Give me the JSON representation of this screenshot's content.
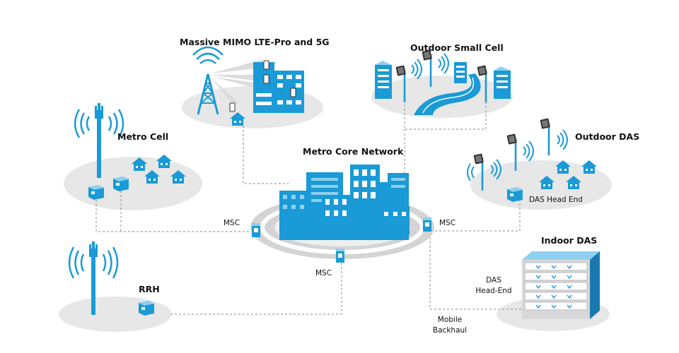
{
  "diagram": {
    "labels": {
      "massive_mimo": "Massive MIMO LTE-Pro and 5G",
      "outdoor_small_cell": "Outdoor Small Cell",
      "metro_cell": "Metro Cell",
      "metro_core_network": "Metro Core Network",
      "outdoor_das": "Outdoor DAS",
      "das_head_end": "DAS Head End",
      "msc_left": "MSC",
      "msc_right": "MSC",
      "msc_bottom": "MSC",
      "indoor_das": "Indoor DAS",
      "das_head_end_indoor_line1": "DAS",
      "das_head_end_indoor_line2": "Head-End",
      "rrh": "RRH",
      "mobile_backhaul_line1": "Mobile",
      "mobile_backhaul_line2": "Backhaul"
    },
    "colors": {
      "accent_blue": "#1a9ad6",
      "light_blue": "#8fd0f0",
      "platform_gray": "#e7e7e7",
      "ring_gray": "#d8d8d8",
      "dash_gray": "#8a8a8a",
      "text": "#111111"
    },
    "icons": [
      "cell-tower-icon",
      "house-icon",
      "building-icon",
      "small-cell-pole-icon",
      "equipment-cabinet-icon",
      "server-rack-icon",
      "smartphone-icon",
      "road-icon",
      "signal-wave-icon"
    ]
  }
}
